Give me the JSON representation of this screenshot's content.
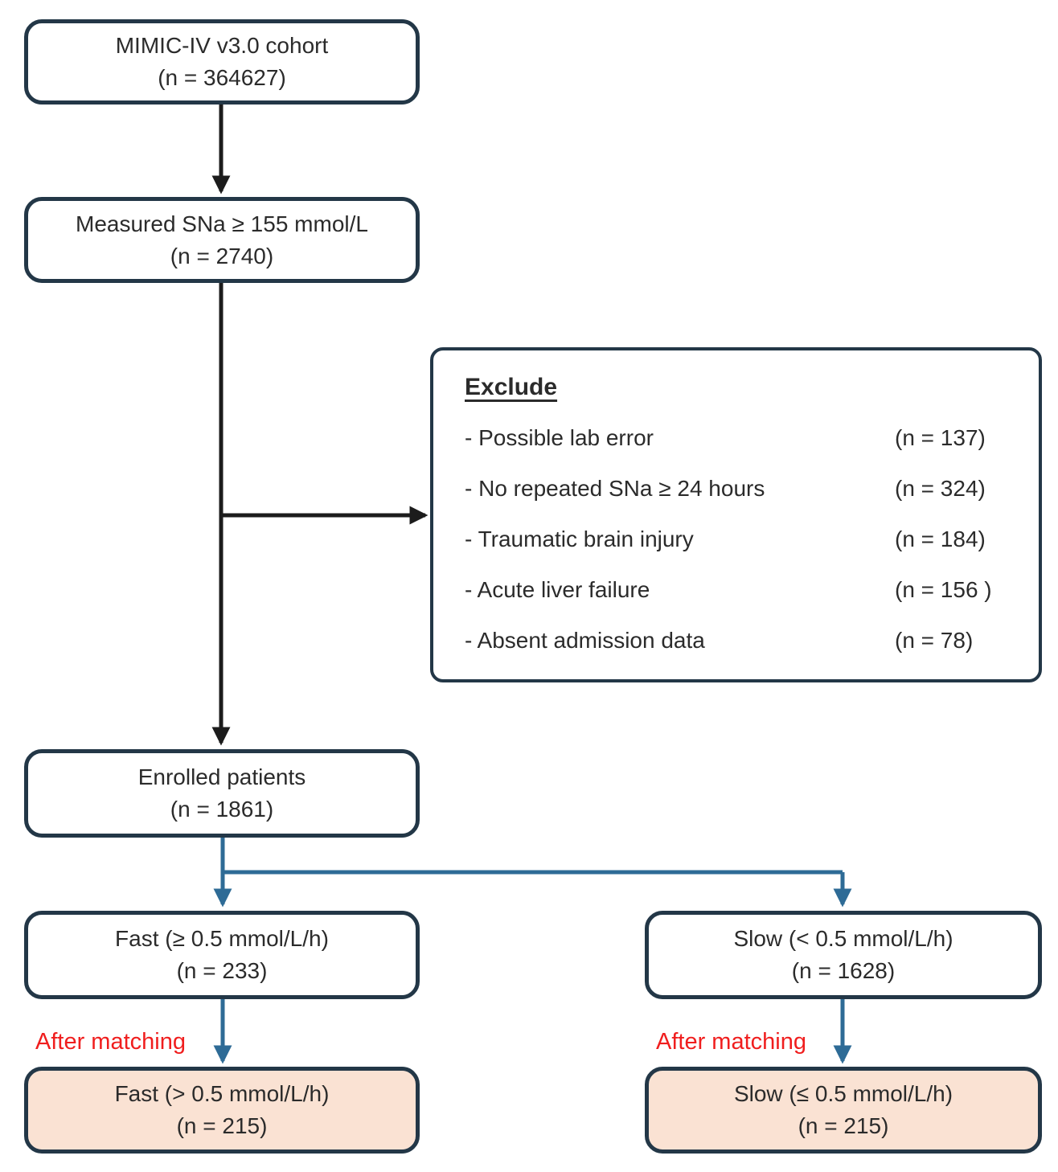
{
  "colors": {
    "border": "#233747",
    "black_arrow": "#1c1c1c",
    "blue_arrow": "#2e6b96",
    "red_label": "#f01e1e",
    "matched_fill": "#fae2d3",
    "box_fill": "#ffffff",
    "text": "#2b2b2b"
  },
  "nodes": {
    "cohort": {
      "line1": "MIMIC-IV v3.0 cohort",
      "line2": "(n = 364627)"
    },
    "measured": {
      "line1": "Measured SNa ≥ 155 mmol/L",
      "line2": "(n = 2740)"
    },
    "enrolled": {
      "line1": "Enrolled patients",
      "line2": "(n = 1861)"
    },
    "fast": {
      "line1": "Fast (≥ 0.5 mmol/L/h)",
      "line2": "(n = 233)"
    },
    "slow": {
      "line1": "Slow (< 0.5 mmol/L/h)",
      "line2": "(n = 1628)"
    },
    "fast_matched": {
      "line1": "Fast (> 0.5 mmol/L/h)",
      "line2": "(n = 215)"
    },
    "slow_matched": {
      "line1": "Slow (≤ 0.5 mmol/L/h)",
      "line2": "(n = 215)"
    }
  },
  "exclude": {
    "title": "Exclude",
    "items": [
      {
        "label": "- Possible lab error",
        "count": "(n = 137)"
      },
      {
        "label": "- No repeated SNa ≥ 24 hours",
        "count": "(n = 324)"
      },
      {
        "label": "- Traumatic brain injury",
        "count": "(n = 184)"
      },
      {
        "label": "- Acute liver failure",
        "count": "(n = 156 )"
      },
      {
        "label": "- Absent admission data",
        "count": "(n = 78)"
      }
    ]
  },
  "labels": {
    "after_matching": "After matching"
  }
}
